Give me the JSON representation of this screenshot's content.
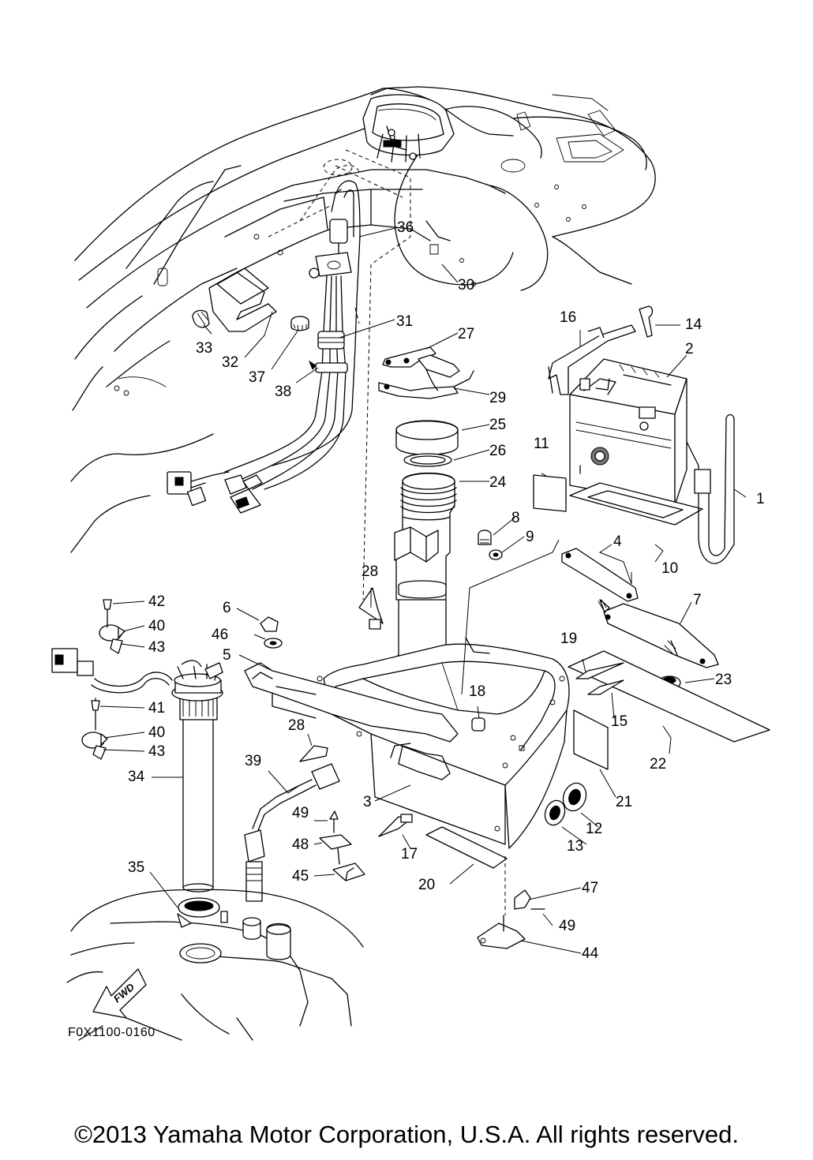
{
  "diagram_code": "F0X1100-0160",
  "direction_marker": "FWD",
  "copyright": "©2013 Yamaha Motor Corporation, U.S.A. All rights reserved.",
  "callouts": {
    "c1": "1",
    "c2": "2",
    "c3": "3",
    "c4": "4",
    "c5": "5",
    "c6": "6",
    "c7": "7",
    "c8": "8",
    "c9": "9",
    "c10": "10",
    "c11": "11",
    "c12": "12",
    "c13": "13",
    "c14": "14",
    "c15": "15",
    "c16": "16",
    "c17": "17",
    "c18": "18",
    "c19": "19",
    "c20": "20",
    "c21": "21",
    "c22": "22",
    "c23": "23",
    "c24": "24",
    "c25": "25",
    "c26": "26",
    "c27": "27",
    "c28a": "28",
    "c28b": "28",
    "c29": "29",
    "c30": "30",
    "c31": "31",
    "c32": "32",
    "c33": "33",
    "c34": "34",
    "c35": "35",
    "c36": "36",
    "c37": "37",
    "c38": "38",
    "c39": "39",
    "c40a": "40",
    "c40b": "40",
    "c41": "41",
    "c42": "42",
    "c43a": "43",
    "c43b": "43",
    "c44": "44",
    "c45": "45",
    "c46": "46",
    "c47": "47",
    "c48": "48",
    "c49a": "49",
    "c49b": "49"
  }
}
